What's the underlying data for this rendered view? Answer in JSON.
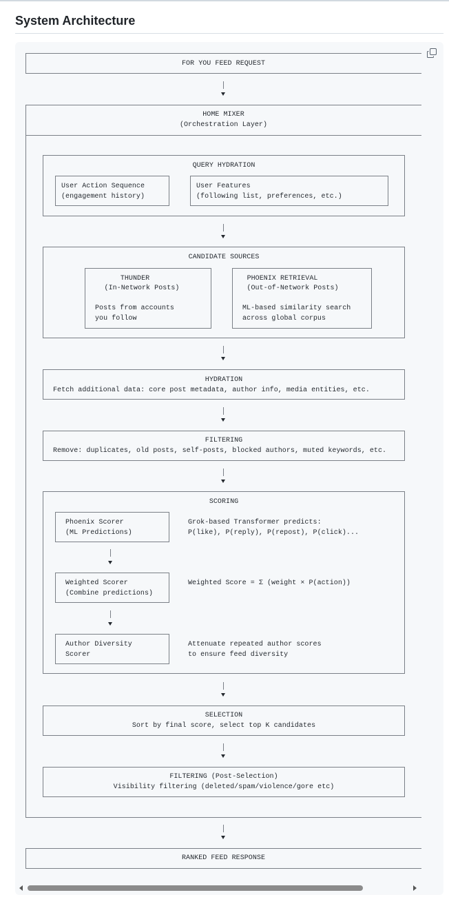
{
  "heading": "System Architecture",
  "icons": {
    "copy": "copy-icon"
  },
  "diagram": {
    "feed_request": "FOR YOU FEED REQUEST",
    "home_mixer": {
      "title": "HOME MIXER",
      "subtitle": "(Orchestration Layer)"
    },
    "query_hydration": {
      "title": "QUERY HYDRATION",
      "user_action": {
        "line1": "User Action Sequence",
        "line2": "(engagement history)"
      },
      "user_features": {
        "line1": "User Features",
        "line2": "(following list, preferences, etc.)"
      }
    },
    "candidate_sources": {
      "title": "CANDIDATE SOURCES",
      "thunder": {
        "title": "THUNDER",
        "subtitle": "(In-Network Posts)",
        "desc1": "Posts from accounts",
        "desc2": "you follow"
      },
      "phoenix": {
        "title": "PHOENIX RETRIEVAL",
        "subtitle": "(Out-of-Network Posts)",
        "desc1": "ML-based similarity search",
        "desc2": "across global corpus"
      }
    },
    "hydration": {
      "title": "HYDRATION",
      "desc": "Fetch additional data: core post metadata, author info, media entities, etc."
    },
    "filtering": {
      "title": "FILTERING",
      "desc": "Remove: duplicates, old posts, self-posts, blocked authors, muted keywords, etc."
    },
    "scoring": {
      "title": "SCORING",
      "phoenix_scorer": {
        "line1": "Phoenix Scorer",
        "line2": "(ML Predictions)",
        "note1": "Grok-based Transformer predicts:",
        "note2": "P(like), P(reply), P(repost), P(click)..."
      },
      "weighted_scorer": {
        "line1": "Weighted Scorer",
        "line2": "(Combine predictions)",
        "note1": "Weighted Score = Σ (weight × P(action))"
      },
      "author_diversity": {
        "line1": "Author Diversity",
        "line2": "Scorer",
        "note1": "Attenuate repeated author scores",
        "note2": "to ensure feed diversity"
      }
    },
    "selection": {
      "title": "SELECTION",
      "desc": "Sort by final score, select top K candidates"
    },
    "post_filtering": {
      "title": "FILTERING (Post-Selection)",
      "desc": "Visibility filtering (deleted/spam/violence/gore etc)"
    },
    "response": "RANKED FEED RESPONSE"
  },
  "scrollbar": {
    "thumb_fraction": 0.87
  }
}
